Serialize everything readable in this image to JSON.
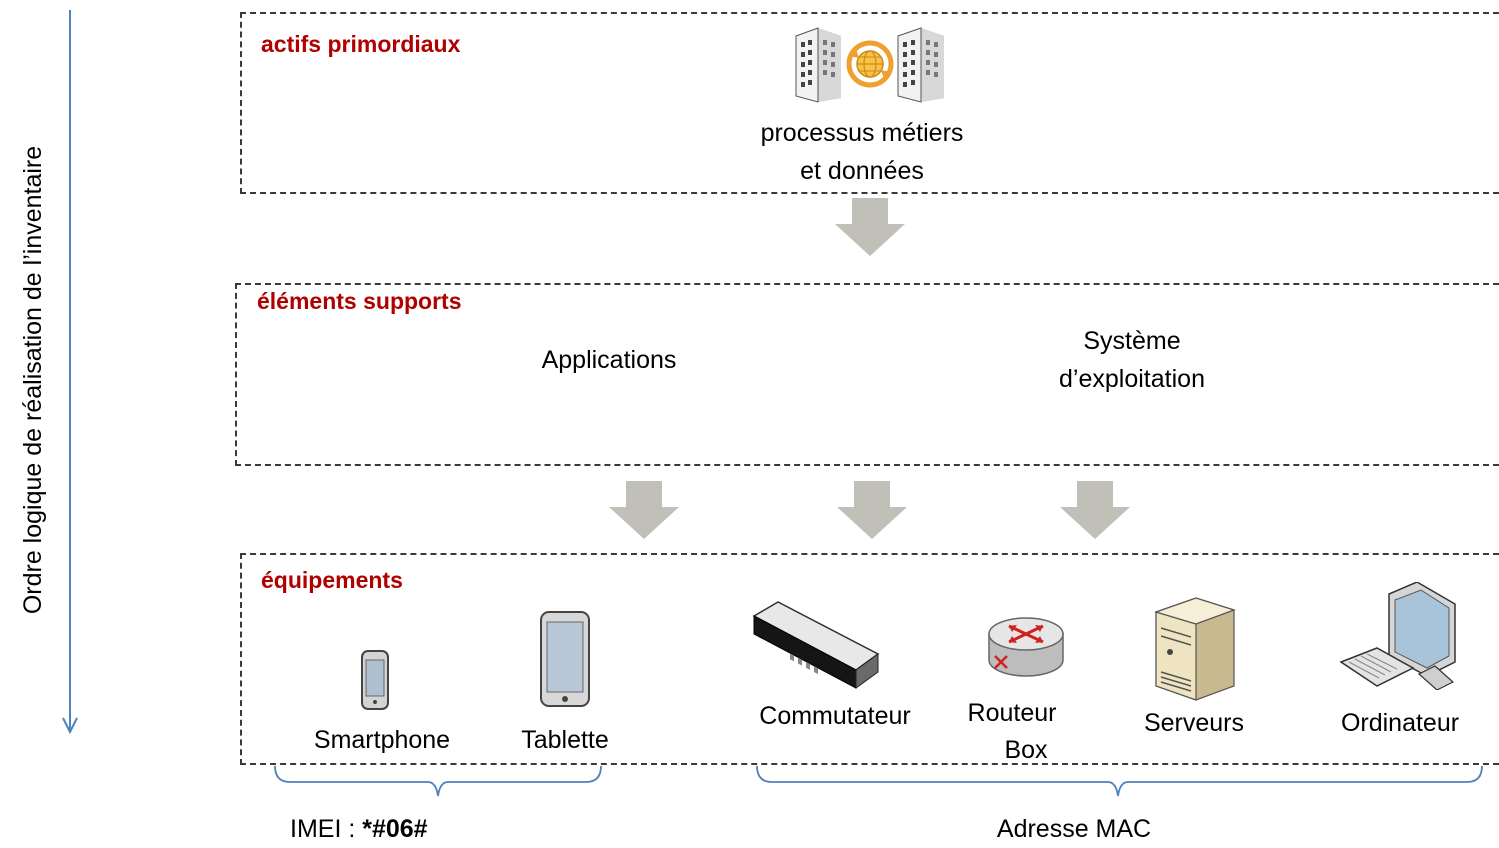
{
  "side_label": "Ordre logique de réalisation de l’inventaire",
  "sections": {
    "primordial": {
      "title": "actifs primordiaux",
      "item_line1": "processus métiers",
      "item_line2": "et données",
      "icon": "buildings-globe-icon"
    },
    "supports": {
      "title": "éléments supports",
      "applications": "Applications",
      "os_line1": "Système",
      "os_line2": "d’exploitation"
    },
    "equipements": {
      "title": "équipements",
      "items": [
        {
          "label": "Smartphone",
          "icon": "smartphone-icon"
        },
        {
          "label": "Tablette",
          "icon": "tablet-icon"
        },
        {
          "label": "Commutateur",
          "icon": "switch-icon"
        },
        {
          "label_line1": "Routeur",
          "label_line2": "Box",
          "icon": "router-icon"
        },
        {
          "label": "Serveurs",
          "icon": "server-icon"
        },
        {
          "label": "Ordinateur",
          "icon": "computer-icon"
        }
      ]
    }
  },
  "brackets": {
    "imei_prefix": "IMEI : ",
    "imei_code": "*#06#",
    "mac": "Adresse MAC"
  },
  "colors": {
    "title_red": "#b00000",
    "arrow_gray": "#c0bfb8",
    "bracket_blue": "#4f81bd",
    "orange": "#f0a030"
  }
}
